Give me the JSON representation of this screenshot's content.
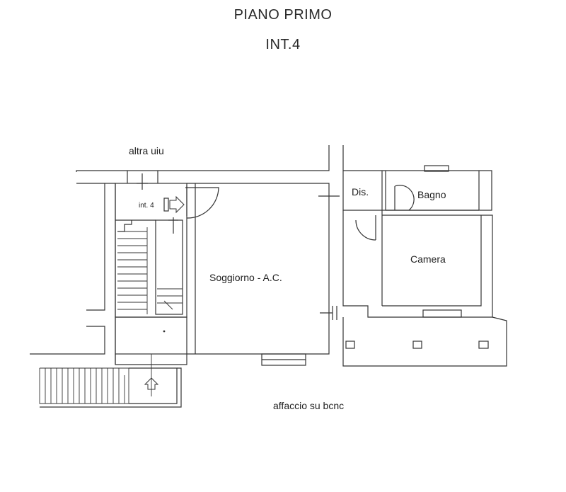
{
  "header": {
    "floor": "PIANO PRIMO",
    "unit": "INT.4"
  },
  "labels": {
    "other_unit": "altra uiu",
    "entrance": "int. 4",
    "closet": "Dis.",
    "bathroom": "Bagno",
    "bedroom": "Camera",
    "living": "Soggiorno - A.C.",
    "view": "affaccio su bcnc"
  },
  "colors": {
    "line": "#333333",
    "paper": "#ffffff"
  }
}
